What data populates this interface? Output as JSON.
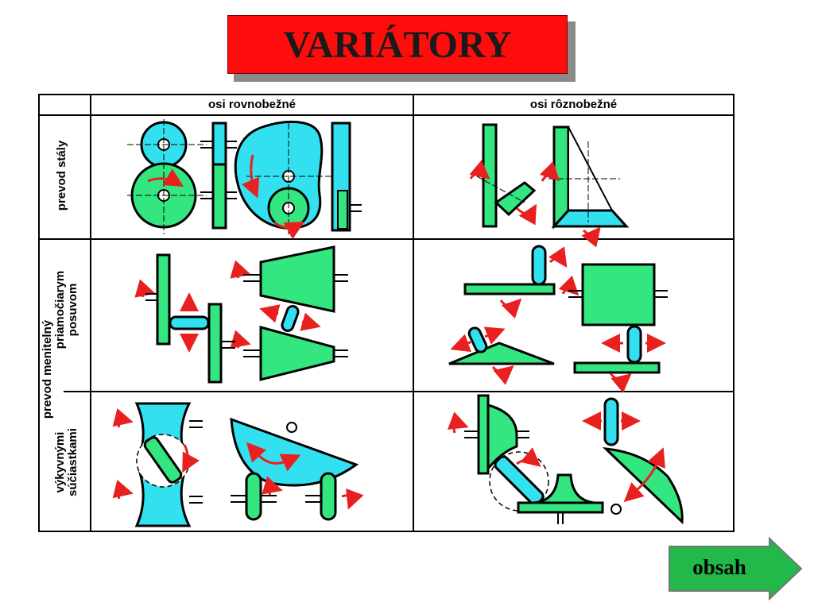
{
  "title": "VARIÁTORY",
  "table": {
    "column_headers": [
      "osi rovnobežné",
      "osi rôznobežné"
    ],
    "row_labels": {
      "row1": "prevod stály",
      "group": "prevod menitelný",
      "row2": "priamočiarym\nposuvom",
      "row3": "výkyvnými\nsúčiastkami"
    }
  },
  "nav": {
    "obsah_label": "obsah"
  },
  "colors": {
    "title_bg": "#ff0d0d",
    "green": "#33e680",
    "cyan": "#33e0f0",
    "arrow_red": "#e82020",
    "nav_green": "#22b84a"
  }
}
